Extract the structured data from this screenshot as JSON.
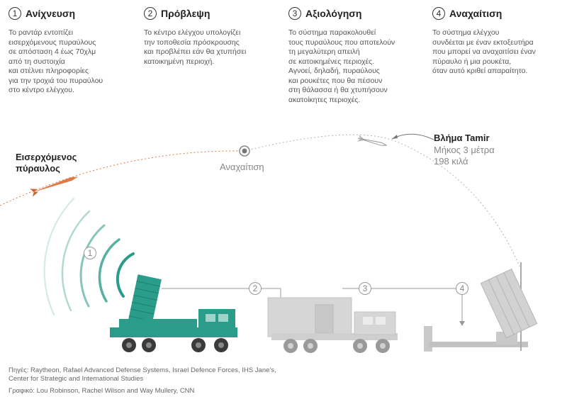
{
  "steps": [
    {
      "number": "1",
      "title": "Ανίχνευση",
      "desc": "Το ραντάρ εντοπίζει\nεισερχόμενους πυραύλους\nσε απόσταση 4 έως 70χλμ\nαπό τη συστοιχία\nκαι στέλνει πληροφορίες\nγια την τροχιά του πυραύλου\nστο κέντρο ελέγχου."
    },
    {
      "number": "2",
      "title": "Πρόβλεψη",
      "desc": "Το κέντρο ελέγχου υπολογίζει\nτην τοποθεσία πρόσκρουσης\nκαι προβλέπει εάν θα χτυπήσει\nκατοικημένη περιοχή."
    },
    {
      "number": "3",
      "title": "Αξιολόγηση",
      "desc": "Το σύστημα παρακολουθεί\nτους πυραύλους που αποτελούν\nτη μεγαλύτερη απειλή\nσε κατοικημένες περιοχές.\nΑγνοεί, δηλαδή, πυραύλους\nκαι ρουκέτες που θα πέσουν\nστη θάλασσα ή θα χτυπήσουν\nακατοίκητες περιοχές."
    },
    {
      "number": "4",
      "title": "Αναχαίτιση",
      "desc": "Το σύστημα ελέγχου\nσυνδέεται με έναν εκτοξευτήρα\nπου μπορεί να αναχαιτίσει έναν\nπύραυλο ή μια ρουκέτα,\nόταν αυτό κριθεί απαραίτητο."
    }
  ],
  "diagram": {
    "incoming_label": "Εισερχόμενος\nπύραυλος",
    "intercept_label": "Αναχαίτιση",
    "tamir_name": "Βλήμα Tamir",
    "tamir_spec": "Μήκος 3 μέτρα\n198 κιλά",
    "numbers": [
      "1",
      "2",
      "3",
      "4"
    ]
  },
  "colors": {
    "radar": "#2a9d8a",
    "missile": "#e07b45",
    "gray_vehicle": "#cfcfcf",
    "launcher": "#bdbdbd",
    "text": "#333333"
  },
  "icons": [
    "radar-truck-icon",
    "control-truck-icon",
    "launcher-icon",
    "missile-icon",
    "tamir-interceptor-icon",
    "intercept-target-icon"
  ],
  "footer": {
    "sources": "Πηγές: Raytheon, Rafael Advanced Defense Systems, Israel Defence Forces, IHS Jane's,\nCenter for Strategic and International Studies",
    "credit": "Γραφικό: Lou Robinson, Rachel Wilson and Way Mullery, CNN"
  }
}
